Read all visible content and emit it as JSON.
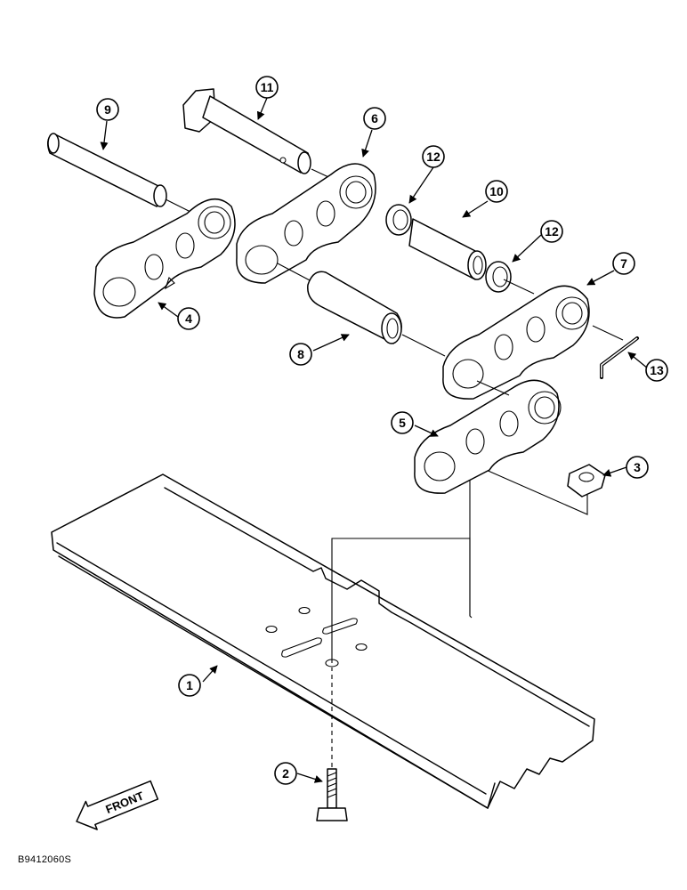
{
  "callouts": [
    "1",
    "2",
    "3",
    "4",
    "5",
    "6",
    "7",
    "8",
    "9",
    "10",
    "11",
    "12",
    "12",
    "13"
  ],
  "front_label": "FRONT",
  "drawing_code": "B9412060S"
}
